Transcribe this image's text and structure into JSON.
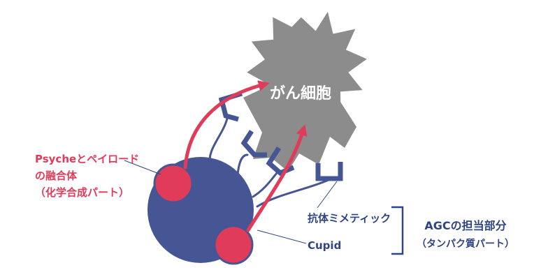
{
  "cancer_cell": {
    "label": "がん細胞"
  },
  "psyche_payload": {
    "lines": [
      "Psycheとペイロード",
      "の融合体",
      "（化学合成パート）"
    ]
  },
  "cupid": {
    "label": "Cupid"
  },
  "antibody_mimetic": {
    "label": "抗体ミメティック"
  },
  "agc": {
    "title": "AGCの担当部分",
    "subtitle": "（タンパク質パート）"
  },
  "colors": {
    "cancer_cell": "#8c8c8c",
    "cupid": "#465694",
    "psyche": "#e03c5a",
    "bracket": "#2f4583",
    "text_navy": "#2f4583",
    "text_pink": "#e03c5a"
  }
}
